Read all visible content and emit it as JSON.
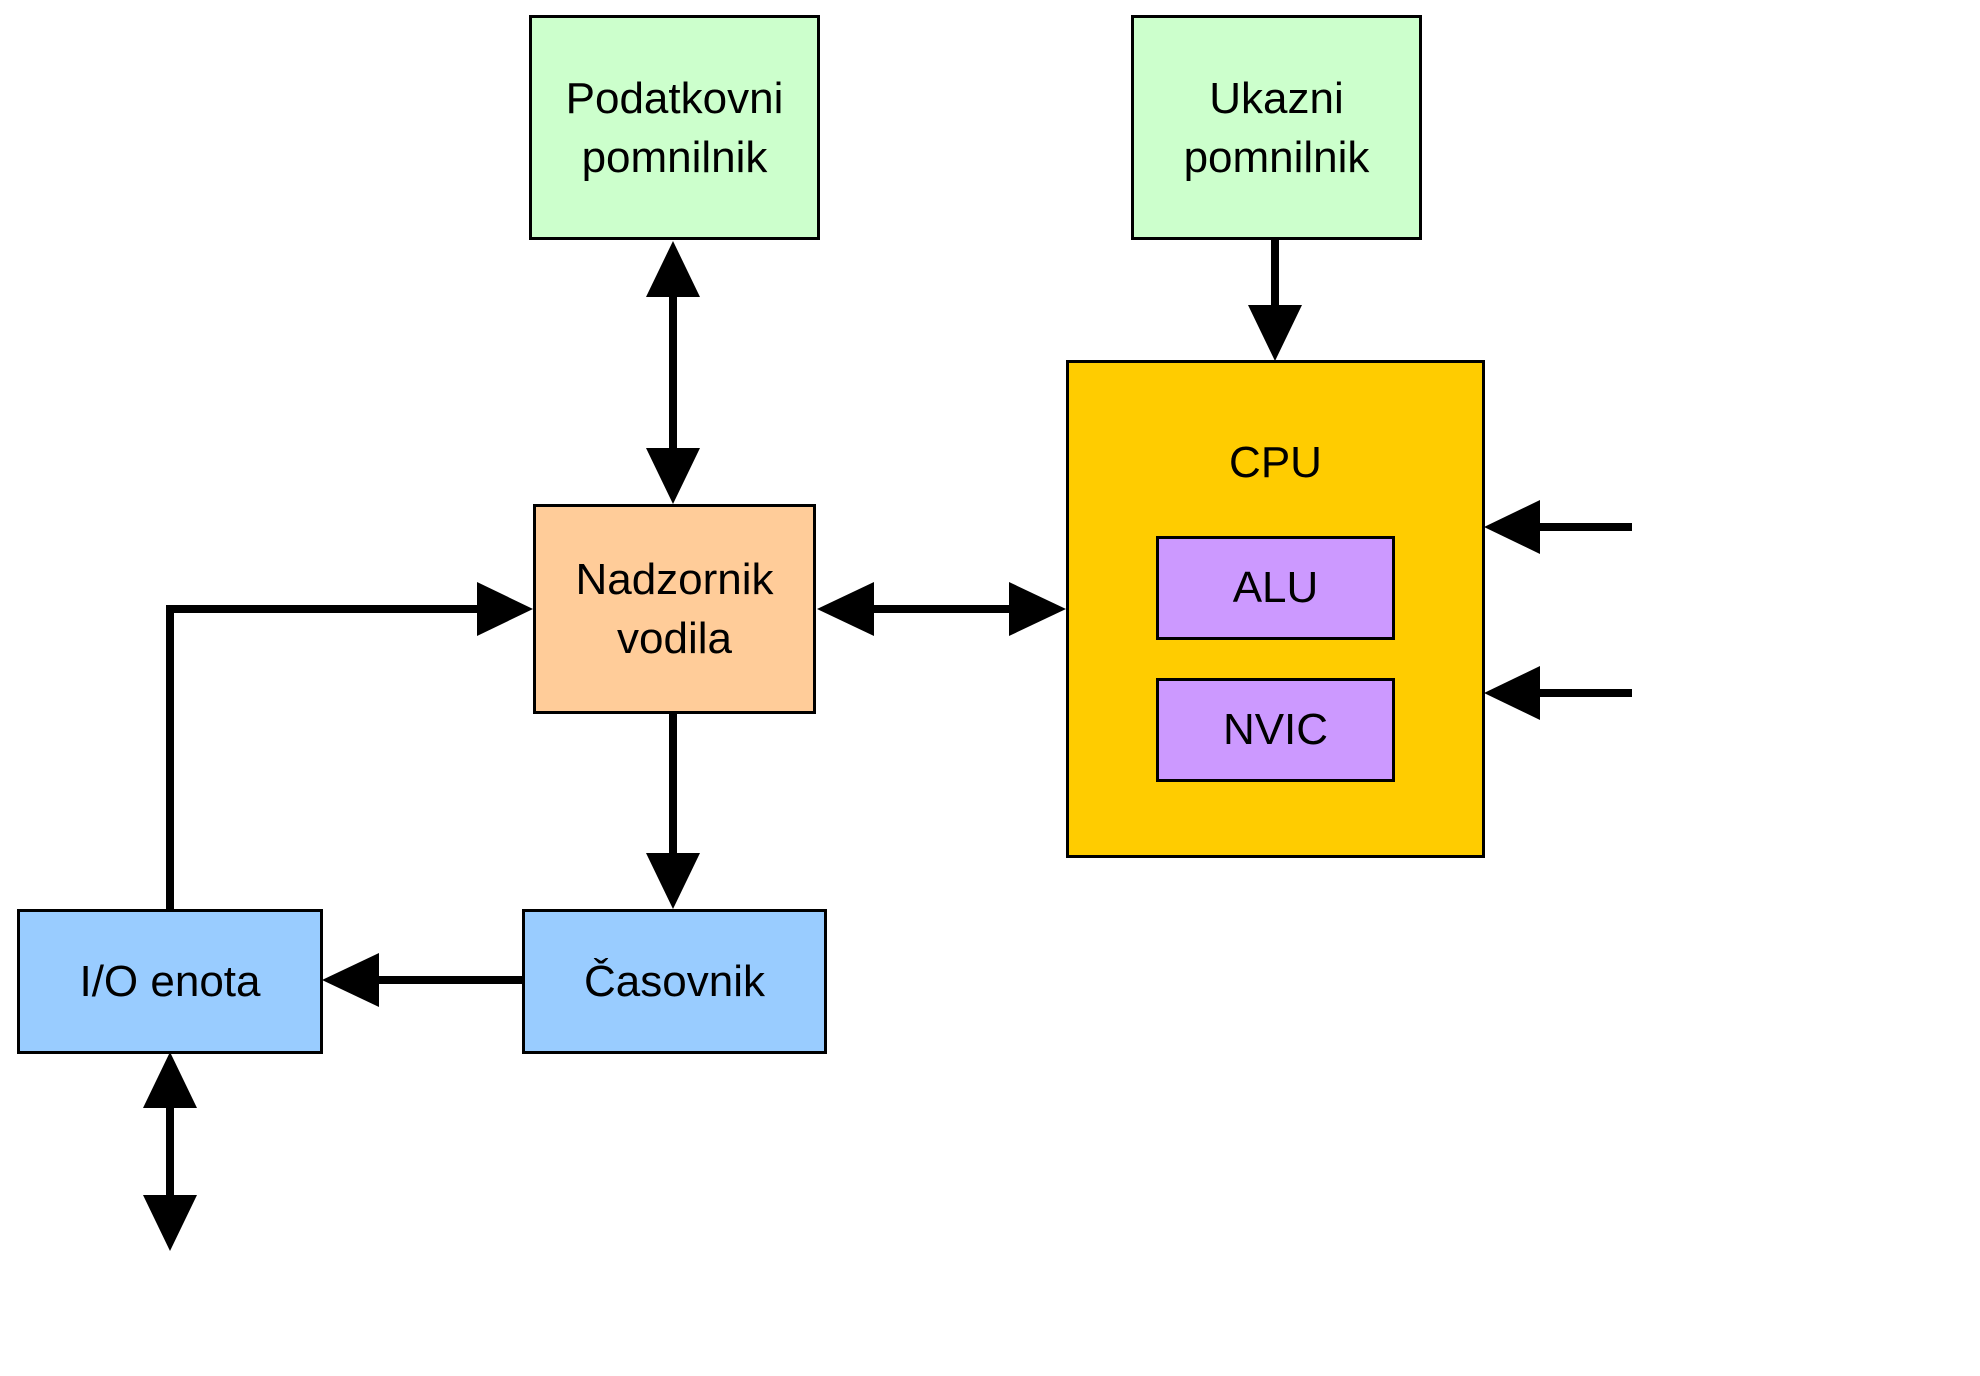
{
  "blocks": {
    "data_memory": {
      "line1": "Podatkovni",
      "line2": "pomnilnik"
    },
    "instr_memory": {
      "line1": "Ukazni",
      "line2": "pomnilnik"
    },
    "bus_controller": {
      "line1": "Nadzornik",
      "line2": "vodila"
    },
    "cpu": {
      "label": "CPU"
    },
    "alu": {
      "label": "ALU"
    },
    "nvic": {
      "label": "NVIC"
    },
    "io_unit": {
      "label": "I/O enota"
    },
    "timer": {
      "label": "Časovnik"
    }
  },
  "colors": {
    "memory": "#ccffcc",
    "bus_controller": "#ffcc99",
    "cpu": "#ffcc00",
    "cpu_submodule": "#cc99ff",
    "peripheral": "#99ccff",
    "stroke": "#000000"
  }
}
